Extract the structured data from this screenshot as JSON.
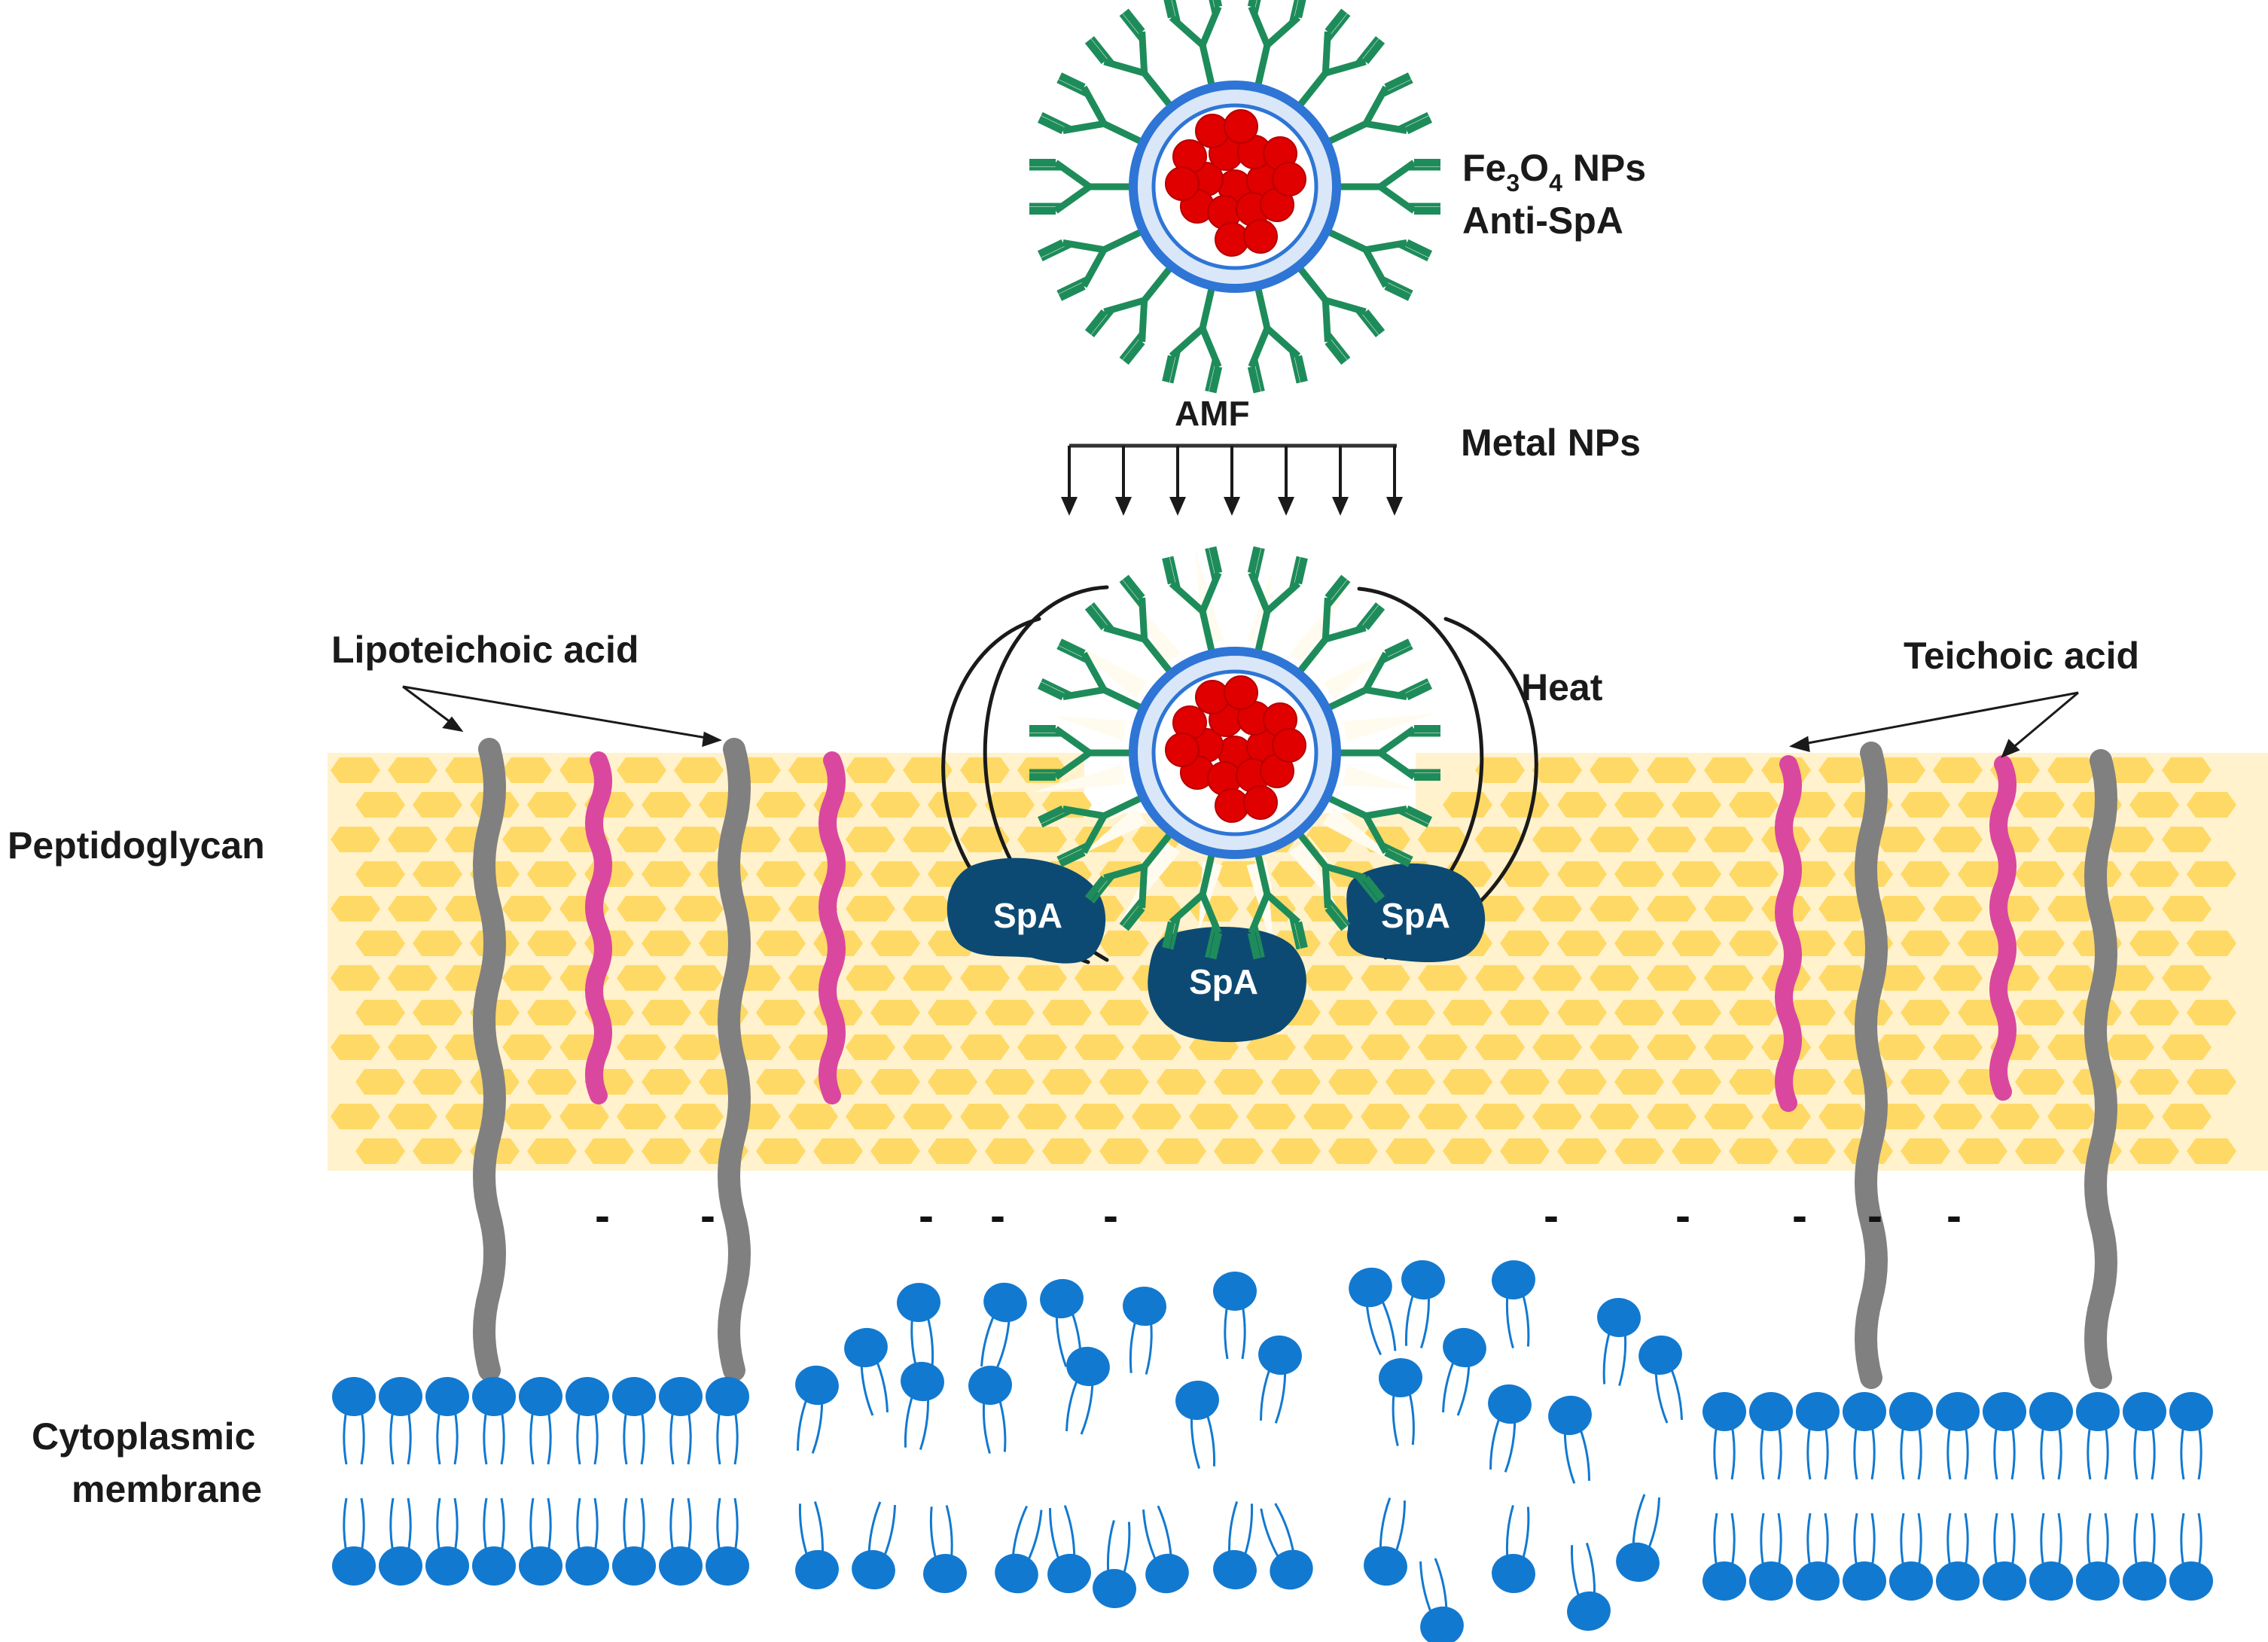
{
  "labels": {
    "fe_prefix": "Fe",
    "fe_sub3": "3",
    "fe_o": "O",
    "fe_sub4": "4",
    "fe_suffix": " NPs",
    "anti_spa": "Anti-SpA",
    "amf": "AMF",
    "metal_nps": "Metal NPs",
    "lipoteichoic_acid": "Lipoteichoic acid",
    "teichoic_acid": "Teichoic acid",
    "heat": "Heat",
    "peptidoglycan": "Peptidoglycan",
    "cytoplasmic": "Cytoplasmic",
    "membrane": "membrane",
    "spa": "SpA",
    "charge": "-"
  },
  "icons": {
    "nanoparticle": "magnetic-nanoparticle-icon",
    "antibody": "antibody-y-icon",
    "arrow": "arrow-down-icon",
    "lipid": "phospholipid-icon"
  },
  "colors": {
    "peptidoglycan_fill": "#FFD966",
    "peptidoglycan_bg": "#FFF2CC",
    "lipoteichoic": "#808080",
    "teichoic": "#D9489E",
    "antibody": "#1E8C5A",
    "np_core": "#E00000",
    "np_shell": "#2E75D6",
    "np_shell_inner": "#D9E7F8",
    "spa": "#0D4A73",
    "lipid_head": "#1279D0",
    "lipid_tail": "#1279D0",
    "text": "#1a1a1a"
  }
}
